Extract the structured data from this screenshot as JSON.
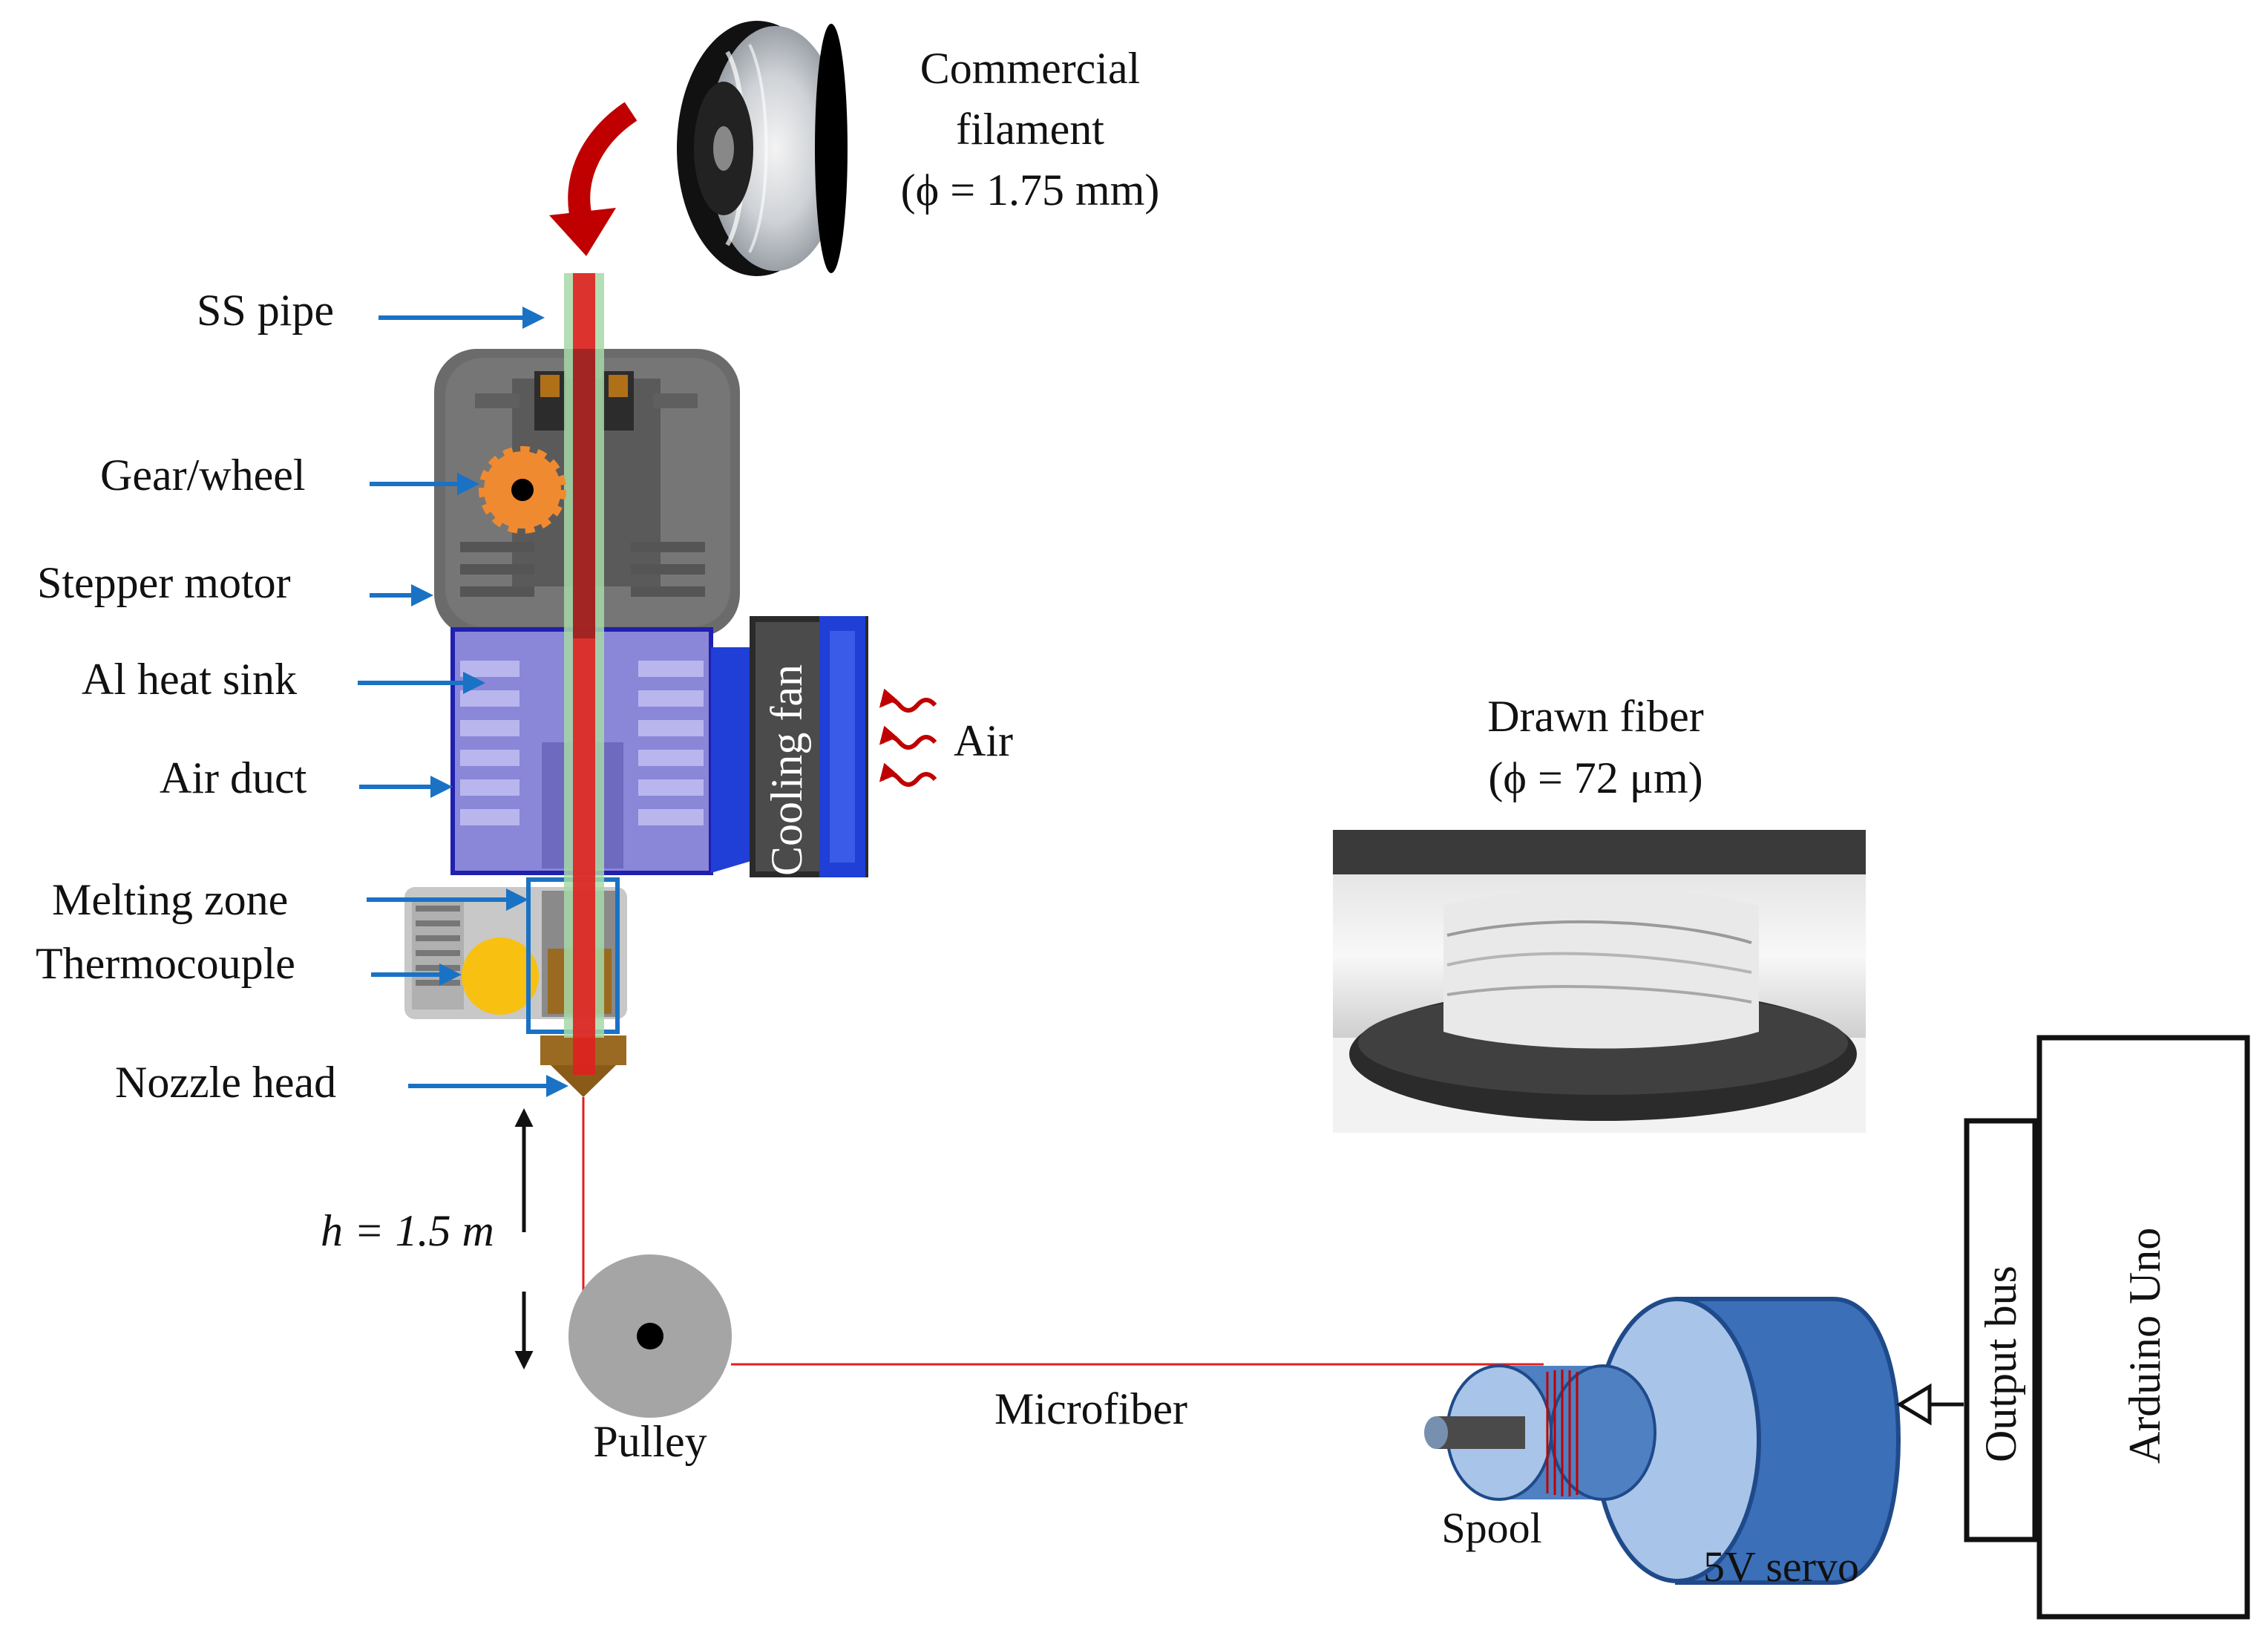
{
  "diagram": {
    "filament_source": {
      "line1": "Commercial",
      "line2": "filament",
      "line3": "(ϕ = 1.75 mm)"
    },
    "labels": {
      "ss_pipe": "SS pipe",
      "gear_wheel": "Gear/wheel",
      "stepper_motor": "Stepper motor",
      "heat_sink": "Al heat sink",
      "air_duct": "Air duct",
      "melting_zone": "Melting zone",
      "thermocouple": "Thermocouple",
      "nozzle_head": "Nozzle head",
      "cooling_fan": "Cooling fan",
      "air": "Air",
      "height": "h = 1.5 m",
      "pulley": "Pulley",
      "microfiber": "Microfiber",
      "spool": "Spool",
      "servo": "5V servo",
      "output_bus": "Output bus",
      "arduino": "Arduino Uno"
    },
    "drawn_fiber": {
      "line1": "Drawn fiber",
      "line2": "(ϕ = 72 μm)"
    },
    "colors": {
      "filament": "#e02020",
      "arrow_blue": "#1a72c4",
      "spool_arrow": "#c00000",
      "motor_gray": "#6b6b6b",
      "heat_sink_purple": "#8a86d8",
      "fan_blue": "#1f3fd6",
      "gear_orange": "#f08a30",
      "thermocouple_yellow": "#f8c010",
      "nozzle_brass": "#9a6a22",
      "servo_blue": "#4f80c2",
      "pulley_gray": "#a5a5a5"
    }
  }
}
